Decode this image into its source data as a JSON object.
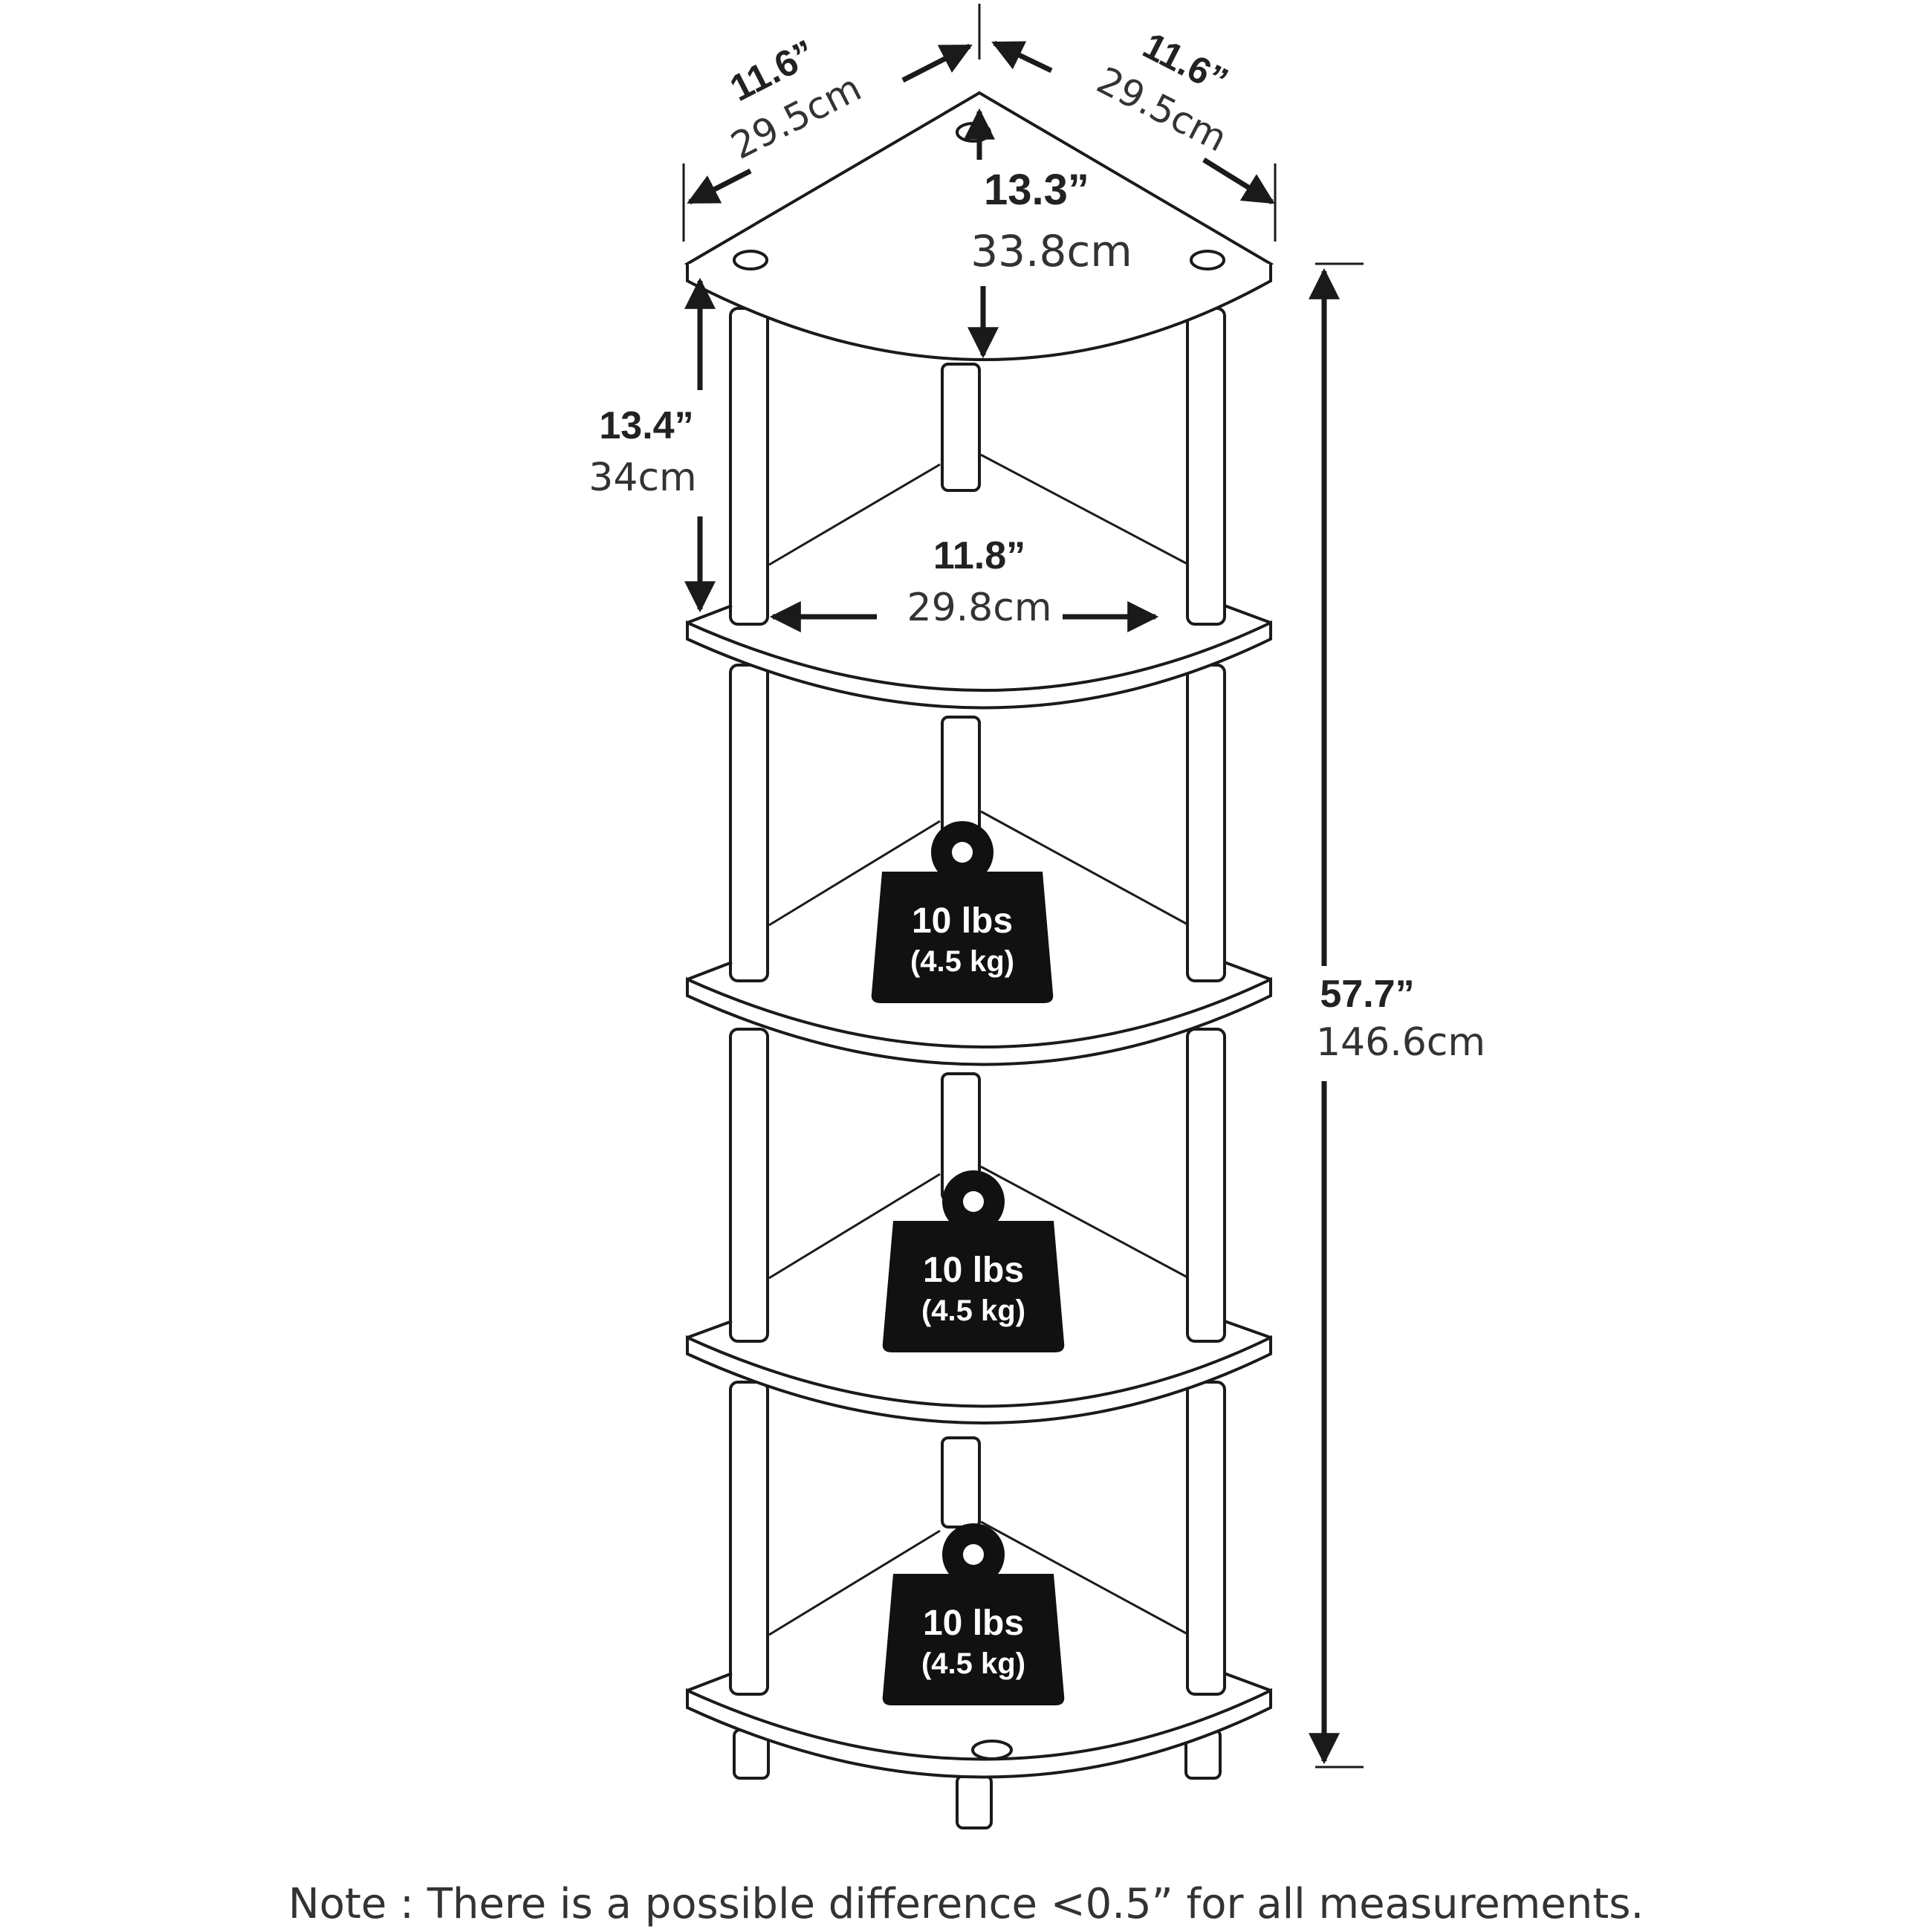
{
  "dimensions": {
    "side_left": {
      "in": "11.6”",
      "cm": "29.5cm"
    },
    "side_right": {
      "in": "11.6”",
      "cm": "29.5cm"
    },
    "depth": {
      "in": "13.3”",
      "cm": "33.8cm"
    },
    "shelf_gap": {
      "in": "13.4”",
      "cm": "34cm"
    },
    "inner_width": {
      "in": "11.8”",
      "cm": "29.8cm"
    },
    "height": {
      "in": "57.7”",
      "cm": "146.6cm"
    }
  },
  "weights": [
    {
      "main": "10 lbs",
      "sub": "(4.5 kg)"
    },
    {
      "main": "10 lbs",
      "sub": "(4.5 kg)"
    },
    {
      "main": "10 lbs",
      "sub": "(4.5 kg)"
    }
  ],
  "note": "Note : There is a possible difference <0.5” for all measurements.",
  "colors": {
    "ink": "#1a1a1a",
    "weight_fill": "#111111",
    "background": "#ffffff"
  }
}
